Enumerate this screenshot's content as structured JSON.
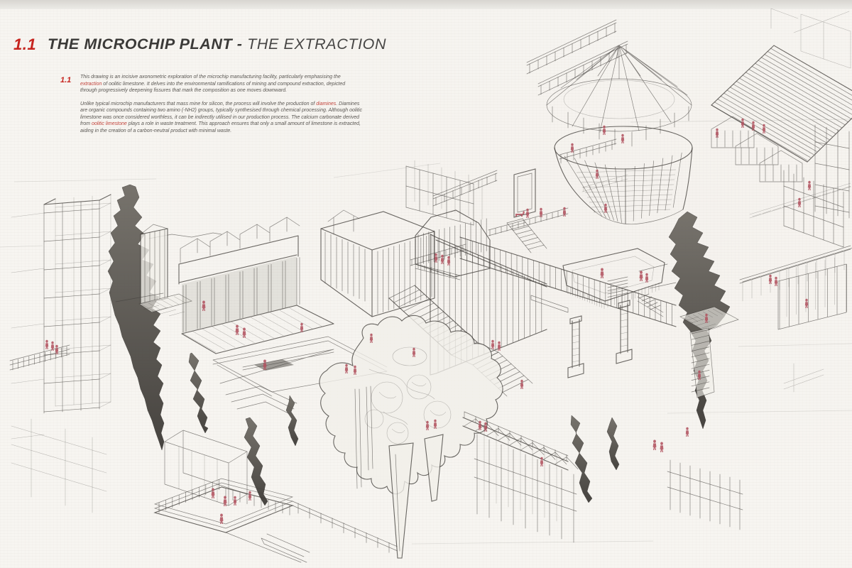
{
  "header": {
    "section_number": "1.1",
    "title_primary": "THE MICROCHIP PLANT - ",
    "title_secondary": "THE EXTRACTION"
  },
  "intro": {
    "marker": "1.1",
    "p1_parts": [
      {
        "t": "This drawing is an incisive axonometric exploration of the microchip manufacturing facility, particularly emphasising the "
      },
      {
        "t": "extraction",
        "red": true
      },
      {
        "t": " of oolitic limestone. It delves into the environmental ramifications of mining and compound extraction, depicted through progressively deepening fissures that mark the composition as one moves downward."
      }
    ],
    "p2_parts": [
      {
        "t": "Unlike typical microchip manufacturers that mass mine for silicon, the process will involve the production of "
      },
      {
        "t": "diamines",
        "red": true
      },
      {
        "t": ". Diamines are organic compounds containing two amino (-NH2) groups, typically synthesised through chemical processing. Although oolitic limestone was once considered worthless, it can be indirectly utilised in our production process. The calcium carbonate derived from "
      },
      {
        "t": "oolitic limestone",
        "red": true
      },
      {
        "t": " plays a role in waste treatment. This approach ensures that only a small amount of limestone is extracted, aiding in the creation of a carbon-neutral product with minimal waste."
      }
    ]
  },
  "colors": {
    "paper": "#f7f5f1",
    "pencil": "#413e3a",
    "accent_red": "#c6241e",
    "figure_red": "#b25360",
    "fissure_dark": "#3a3733"
  },
  "drawing": {
    "figures": [
      [
        851,
        190
      ],
      [
        877,
        202
      ],
      [
        806,
        215
      ],
      [
        841,
        252
      ],
      [
        795,
        305
      ],
      [
        762,
        306
      ],
      [
        743,
        307
      ],
      [
        853,
        300
      ],
      [
        1046,
        180
      ],
      [
        1061,
        184
      ],
      [
        1076,
        188
      ],
      [
        1010,
        194
      ],
      [
        1140,
        268
      ],
      [
        1126,
        292
      ],
      [
        614,
        370
      ],
      [
        623,
        372
      ],
      [
        632,
        374
      ],
      [
        287,
        438,
        1.1
      ],
      [
        334,
        472,
        1.1
      ],
      [
        344,
        476,
        1.1
      ],
      [
        425,
        468
      ],
      [
        373,
        521,
        1.1
      ],
      [
        488,
        526
      ],
      [
        500,
        528
      ],
      [
        523,
        483
      ],
      [
        848,
        392,
        1.1
      ],
      [
        903,
        396,
        1.1
      ],
      [
        911,
        398
      ],
      [
        995,
        455
      ],
      [
        985,
        535
      ],
      [
        602,
        606
      ],
      [
        613,
        604
      ],
      [
        676,
        606
      ],
      [
        684,
        608
      ],
      [
        735,
        548
      ],
      [
        763,
        657
      ],
      [
        922,
        634,
        1.1
      ],
      [
        932,
        637,
        1.1
      ],
      [
        968,
        615
      ],
      [
        300,
        702,
        1.1
      ],
      [
        317,
        713,
        1.1
      ],
      [
        331,
        712
      ],
      [
        352,
        705
      ],
      [
        312,
        738,
        1.1
      ],
      [
        66,
        492
      ],
      [
        74,
        494
      ],
      [
        80,
        499
      ],
      [
        1085,
        400
      ],
      [
        1093,
        403
      ],
      [
        1136,
        434
      ],
      [
        694,
        492
      ],
      [
        703,
        494
      ],
      [
        583,
        503
      ]
    ],
    "dog": [
      731,
      306
    ]
  }
}
